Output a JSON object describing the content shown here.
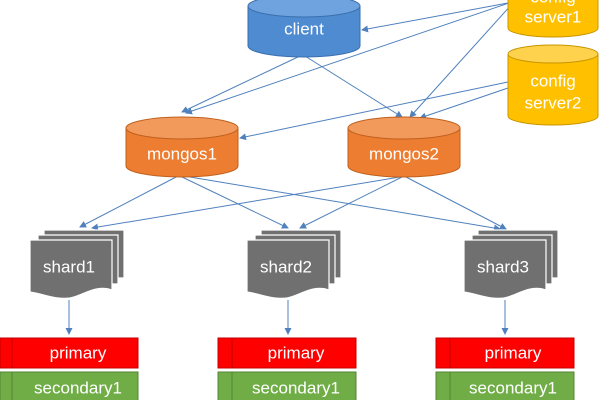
{
  "colors": {
    "client": "#4e8bd0",
    "client_stroke": "#3a6fae",
    "mongos": "#ed7d31",
    "mongos_stroke": "#c0601d",
    "config": "#ffc000",
    "config_stroke": "#c89600",
    "shard": "#707070",
    "shard_stroke": "#505050",
    "primary": "#ff0000",
    "secondary": "#70ad47",
    "arrow": "#4f81bd"
  },
  "nodes": {
    "client": {
      "label": "client",
      "icon": "database-cylinder-icon"
    },
    "config1": {
      "line1": "config",
      "line2": "server1",
      "icon": "database-cylinder-icon"
    },
    "config2": {
      "line1": "config",
      "line2": "server2",
      "icon": "database-cylinder-icon"
    },
    "mongos1": {
      "label": "mongos1",
      "icon": "database-cylinder-icon"
    },
    "mongos2": {
      "label": "mongos2",
      "icon": "database-cylinder-icon"
    },
    "shard1": {
      "label": "shard1",
      "icon": "multi-document-icon"
    },
    "shard2": {
      "label": "shard2",
      "icon": "multi-document-icon"
    },
    "shard3": {
      "label": "shard3",
      "icon": "multi-document-icon"
    }
  },
  "replica_sets": [
    {
      "primary": "primary",
      "secondary": "secondary1"
    },
    {
      "primary": "primary",
      "secondary": "secondary1"
    },
    {
      "primary": "primary",
      "secondary": "secondary1"
    }
  ]
}
